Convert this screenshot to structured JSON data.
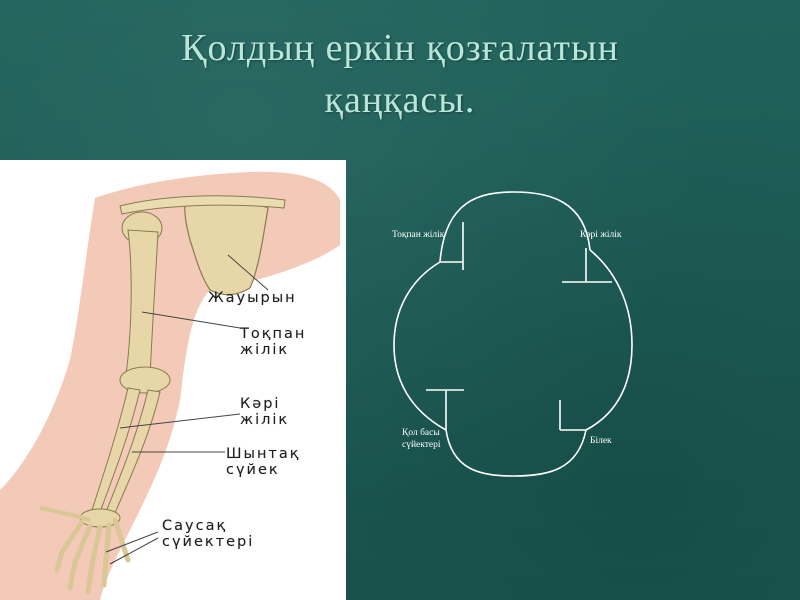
{
  "slide": {
    "title_line1": "Қолдың еркін қозғалатын",
    "title_line2": "қаңқасы."
  },
  "illustration": {
    "labels": {
      "scapula": "Жауырын",
      "humerus_line1": "Тоқпан",
      "humerus_line2": "жілік",
      "radius_line1": "Кәрі",
      "radius_line2": "жілік",
      "ulna_line1": "Шынтақ",
      "ulna_line2": "сүйек",
      "phalanges_line1": "Саусақ",
      "phalanges_line2": "сүйектері"
    }
  },
  "diagram": {
    "top_left_label": "Тоқпан жілік",
    "top_right_label": "Кәрі жілік",
    "bottom_left_label_line1": "Қол басы",
    "bottom_left_label_line2": "сүйектері",
    "bottom_right_label": "Білек"
  },
  "colors": {
    "background": "#1c5b55",
    "title": "#b9e6d9",
    "skin": "#f3c9b8",
    "bone": "#e7d7a8",
    "diagram_stroke": "#ffffff"
  }
}
